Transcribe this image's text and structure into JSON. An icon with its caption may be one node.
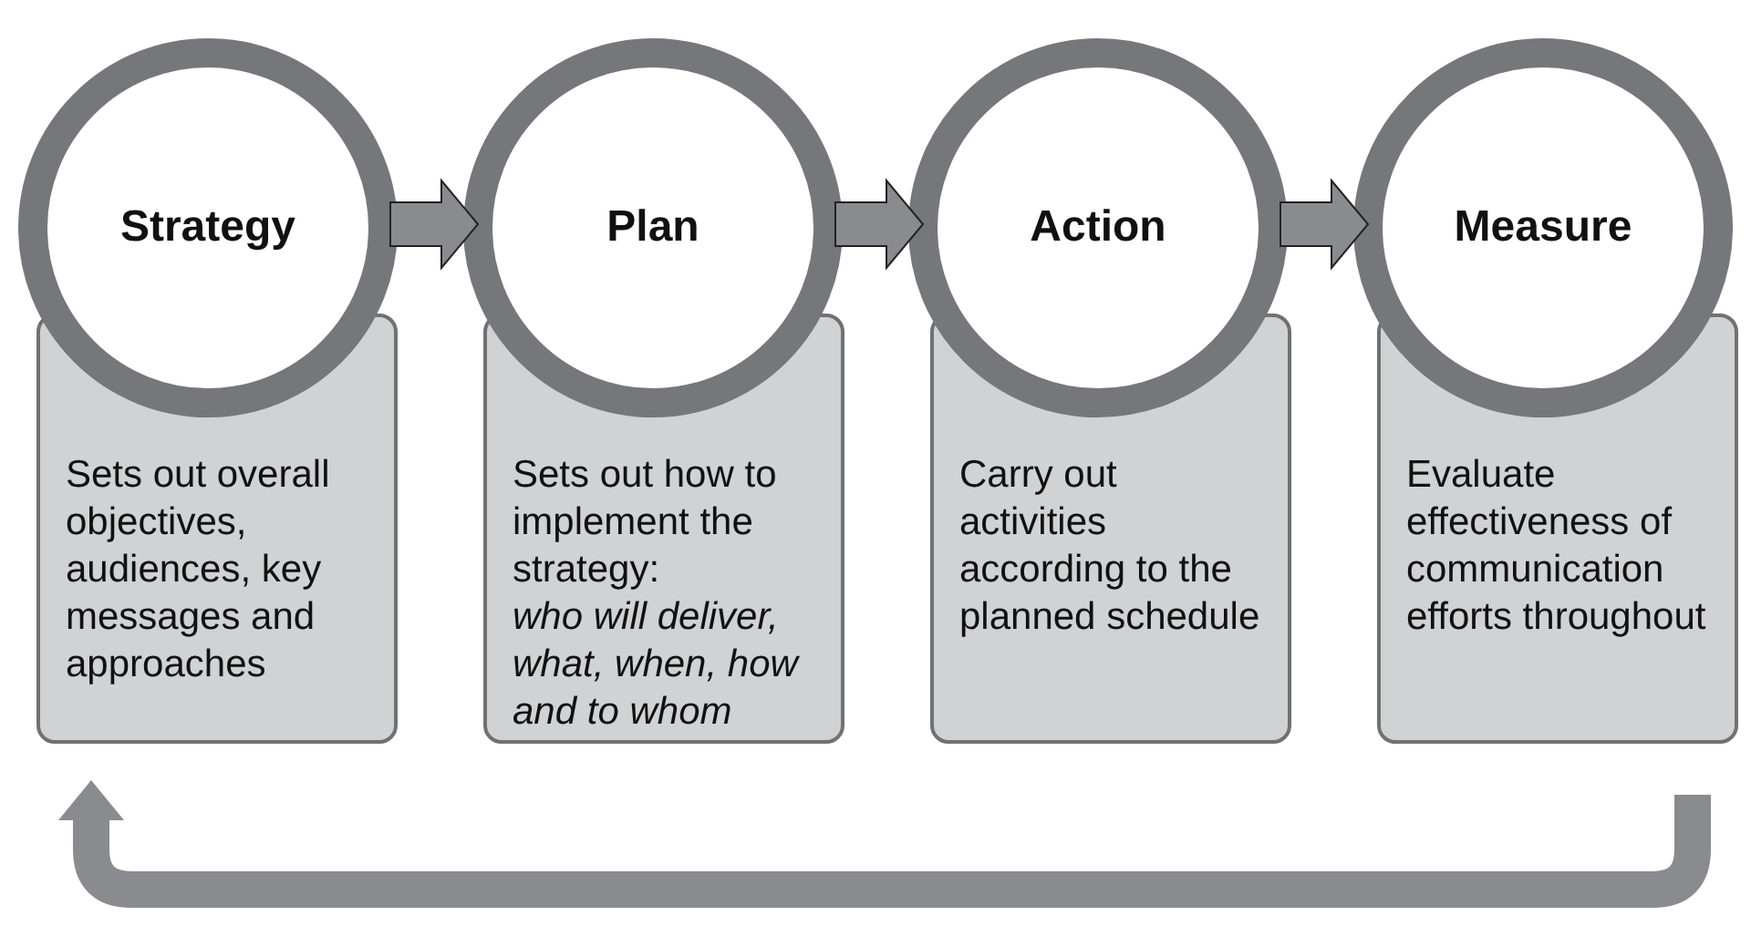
{
  "diagram": {
    "nodes": [
      {
        "text": [
          "Strategy"
        ]
      },
      {
        "text": [
          "Sets out overall objectives, audiences, key messages and approaches"
        ]
      },
      {
        "text": [
          "Plan"
        ]
      },
      {
        "text": [
          "Sets out how to implement the strategy: *who will deliver, what, when, how and to whom*"
        ]
      },
      {
        "text": [
          "Action"
        ]
      },
      {
        "text": [
          "Carry out activities according to the planned schedule"
        ]
      },
      {
        "text": [
          "Measure"
        ]
      },
      {
        "text": [
          "Evaluate effectiveness of communication efforts throughout"
        ]
      }
    ],
    "edges": [
      {
        "from": 0,
        "to": 2,
        "arrow": "to"
      },
      {
        "from": 2,
        "to": 4,
        "arrow": "to"
      },
      {
        "from": 4,
        "to": 6,
        "arrow": "to"
      },
      {
        "from": 7,
        "to": 1,
        "arrow": "to"
      }
    ]
  }
}
